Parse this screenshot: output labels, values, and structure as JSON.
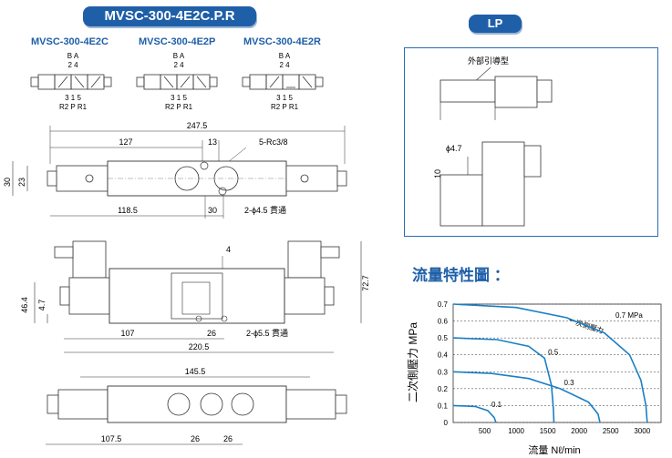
{
  "header": {
    "title": "MVSC-300-4E2C.P.R",
    "lp_title": "LP"
  },
  "models": [
    {
      "name": "MVSC-300-4E2C",
      "top": "B  A",
      "top_ports": "2  4",
      "bottom_ports": "3 1 5",
      "bottom": "R2 P R1"
    },
    {
      "name": "MVSC-300-4E2P",
      "top": "B  A",
      "top_ports": "2  4",
      "bottom_ports": "3 1 5",
      "bottom": "R2 P R1"
    },
    {
      "name": "MVSC-300-4E2R",
      "top": "B  A",
      "top_ports": "2  4",
      "bottom_ports": "3 1 5",
      "bottom": "R2 P R1"
    }
  ],
  "top_view": {
    "dims": {
      "overall": "247.5",
      "d127": "127",
      "d13": "13",
      "port": "5-Rc3/8",
      "d30h": "30",
      "d23": "23",
      "d1185": "118.5",
      "d30": "30",
      "hole": "2-ϕ4.5 貫通"
    }
  },
  "front_view": {
    "dims": {
      "d4": "4",
      "d464": "46.4",
      "d47": "4.7",
      "d727": "72.7",
      "d107": "107",
      "d26": "26",
      "hole": "2-ϕ5.5 貫通",
      "d2205": "220.5"
    }
  },
  "bottom_view": {
    "dims": {
      "d1455": "145.5",
      "d1075": "107.5",
      "d26a": "26",
      "d26b": "26"
    }
  },
  "lp_detail": {
    "label": "外部引導型",
    "d47": "ϕ4.7",
    "d10": "10"
  },
  "flow": {
    "title": "流量特性圖 ：",
    "ylabel": "二次側壓力 MPa",
    "xlabel": "流量 Nℓ/min",
    "curve_label": "一次側壓力",
    "pressure_label_top": "0.7 MPa"
  },
  "chart_data": {
    "type": "line",
    "xlabel": "流量 Nℓ/min",
    "ylabel": "二次側壓力 MPa",
    "x_ticks": [
      500,
      1000,
      1500,
      2000,
      2500,
      3000
    ],
    "y_ticks": [
      0,
      0.1,
      0.2,
      0.3,
      0.4,
      0.5,
      0.6,
      0.7
    ],
    "xlim": [
      0,
      3300
    ],
    "ylim": [
      0,
      0.7
    ],
    "series": [
      {
        "name": "0.7 MPa",
        "points": [
          [
            0,
            0.7
          ],
          [
            1000,
            0.68
          ],
          [
            1800,
            0.62
          ],
          [
            2400,
            0.53
          ],
          [
            2800,
            0.4
          ],
          [
            2980,
            0.25
          ],
          [
            3060,
            0.1
          ],
          [
            3080,
            0
          ]
        ]
      },
      {
        "name": "0.5",
        "points": [
          [
            0,
            0.5
          ],
          [
            700,
            0.49
          ],
          [
            1200,
            0.45
          ],
          [
            1450,
            0.38
          ],
          [
            1560,
            0.22
          ],
          [
            1590,
            0.08
          ],
          [
            1600,
            0
          ]
        ]
      },
      {
        "name": "0.3",
        "points": [
          [
            0,
            0.3
          ],
          [
            600,
            0.29
          ],
          [
            1200,
            0.26
          ],
          [
            1700,
            0.2
          ],
          [
            2150,
            0.12
          ],
          [
            2300,
            0.05
          ],
          [
            2330,
            0
          ]
        ]
      },
      {
        "name": "0.1",
        "points": [
          [
            0,
            0.1
          ],
          [
            350,
            0.095
          ],
          [
            550,
            0.07
          ],
          [
            650,
            0.03
          ],
          [
            680,
            0
          ]
        ]
      }
    ]
  }
}
